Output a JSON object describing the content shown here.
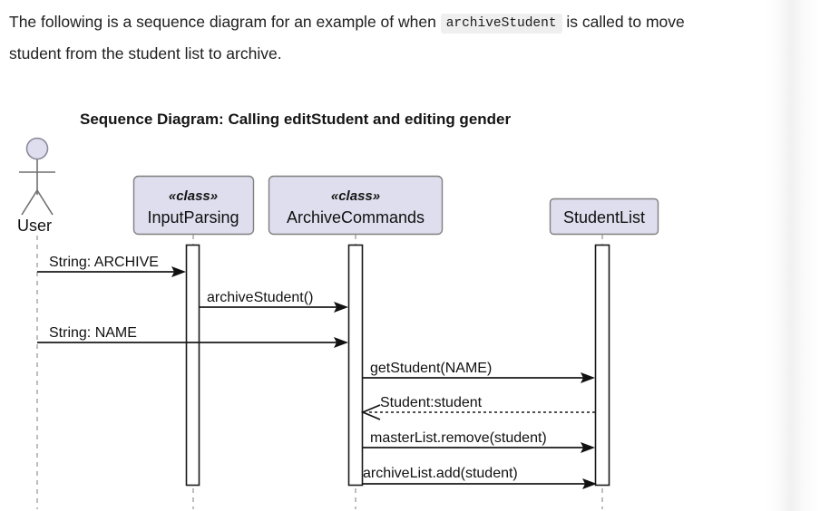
{
  "intro": {
    "line1_before": "The following is a sequence diagram for an example of when",
    "code": "archiveStudent",
    "line1_after": "is called to move",
    "line2": "student from the student list to archive."
  },
  "diagram": {
    "title": "Sequence Diagram: Calling editStudent and editing gender",
    "actor": {
      "name": "actor-user",
      "label": "User"
    },
    "participants": [
      {
        "stereotype": "«­class»",
        "name": "InputParsing"
      },
      {
        "stereotype": "«class»",
        "name": "ArchiveCommands"
      },
      {
        "stereotype": "",
        "name": "StudentList"
      }
    ],
    "stereotype_text": "«class»",
    "messages": [
      {
        "label": "String: ARCHIVE",
        "from": "User",
        "to": "InputParsing",
        "kind": "call"
      },
      {
        "label": "archiveStudent()",
        "from": "InputParsing",
        "to": "ArchiveCommands",
        "kind": "call"
      },
      {
        "label": "String: NAME",
        "from": "User",
        "to": "ArchiveCommands",
        "kind": "call"
      },
      {
        "label": "getStudent(NAME)",
        "from": "ArchiveCommands",
        "to": "StudentList",
        "kind": "call"
      },
      {
        "label": "Student:student",
        "from": "StudentList",
        "to": "ArchiveCommands",
        "kind": "return"
      },
      {
        "label": "masterList.remove(student)",
        "from": "ArchiveCommands",
        "to": "StudentList",
        "kind": "call"
      },
      {
        "label": "archiveList.add(student)",
        "from": "ArchiveCommands",
        "to": "StudentList",
        "kind": "call"
      }
    ],
    "colors": {
      "box_fill": "#dfdeee",
      "box_stroke": "#7f7f7f",
      "line": "#1a1a1a",
      "lifeline": "#9a9a9a",
      "code_bg": "#efefef"
    }
  }
}
